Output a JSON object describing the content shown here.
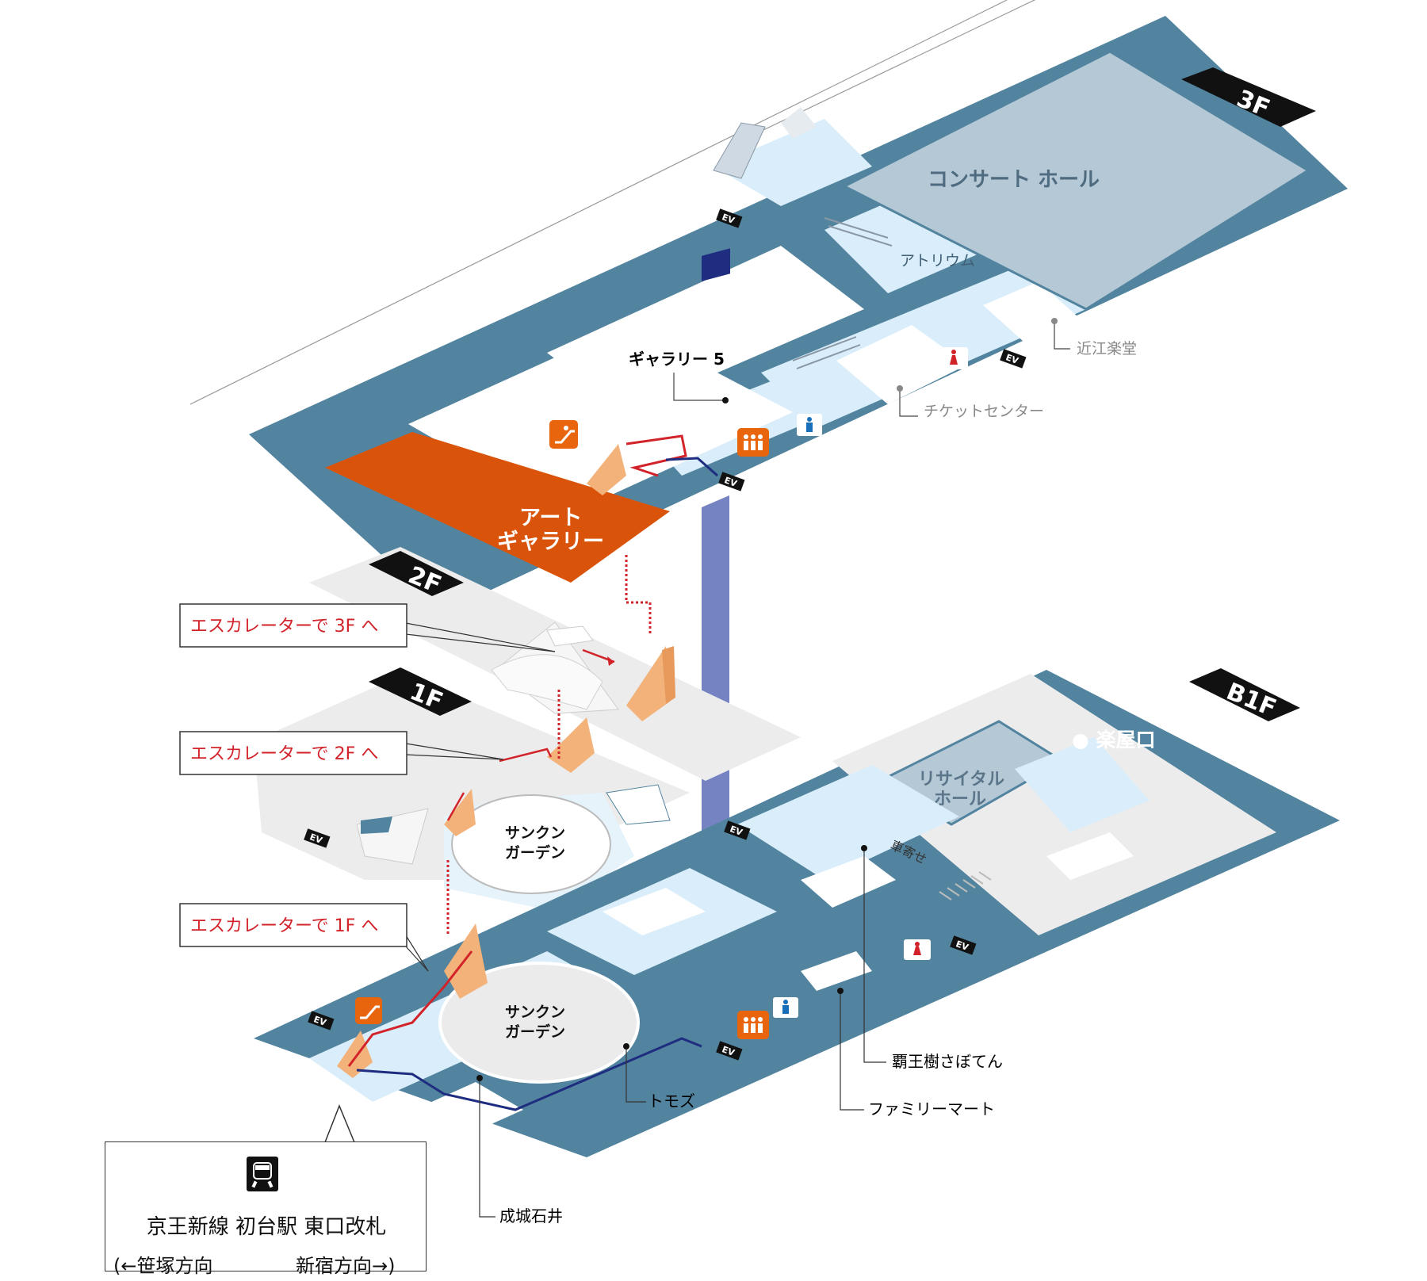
{
  "floors": {
    "f3": "3F",
    "f2": "2F",
    "f1": "1F",
    "b1": "B1F"
  },
  "halls": {
    "concert": "コンサート ホール",
    "atrium": "アトリウム",
    "recital_line1": "リサイタル",
    "recital_line2": "ホール"
  },
  "galleries": {
    "gallery5": "ギャラリー 5",
    "art_line1": "アート",
    "art_line2": "ギャラリー"
  },
  "places": {
    "oumi": "近江楽堂",
    "ticket": "チケットセンター",
    "gakuya": "● 楽屋口",
    "kurumayose": "車寄せ",
    "haouju": "覇王樹さぼてん",
    "familymart": "ファミリーマート",
    "tomoz": "トモズ",
    "seijo": "成城石井"
  },
  "sunken": {
    "line1": "サンクン",
    "line2": "ガーデン"
  },
  "callouts": {
    "to3f": "エスカレーターで 3F へ",
    "to2f": "エスカレーターで 2F へ",
    "to1f": "エスカレーターで 1F へ"
  },
  "ev_label": "EV",
  "station": {
    "name": "京王新線 初台駅 東口改札",
    "dir_left": "(←笹塚方向",
    "dir_right": "新宿方向→)"
  },
  "icons": [
    "escalator-icon",
    "elevator-icon",
    "restroom-men-icon",
    "restroom-women-icon",
    "train-icon"
  ],
  "colors": {
    "floor_blue": "#52849f",
    "corridor": "#d9eefa",
    "concert_hall": "#b5c8d6",
    "art_gallery": "#d9540a",
    "callout_red": "#d2232a",
    "route_red": "#d2232a",
    "route_navy": "#1e2d80",
    "escalator_peach": "#f3b27a",
    "elevator_shaft": "#3a4ea8",
    "tag_black": "#111111"
  }
}
